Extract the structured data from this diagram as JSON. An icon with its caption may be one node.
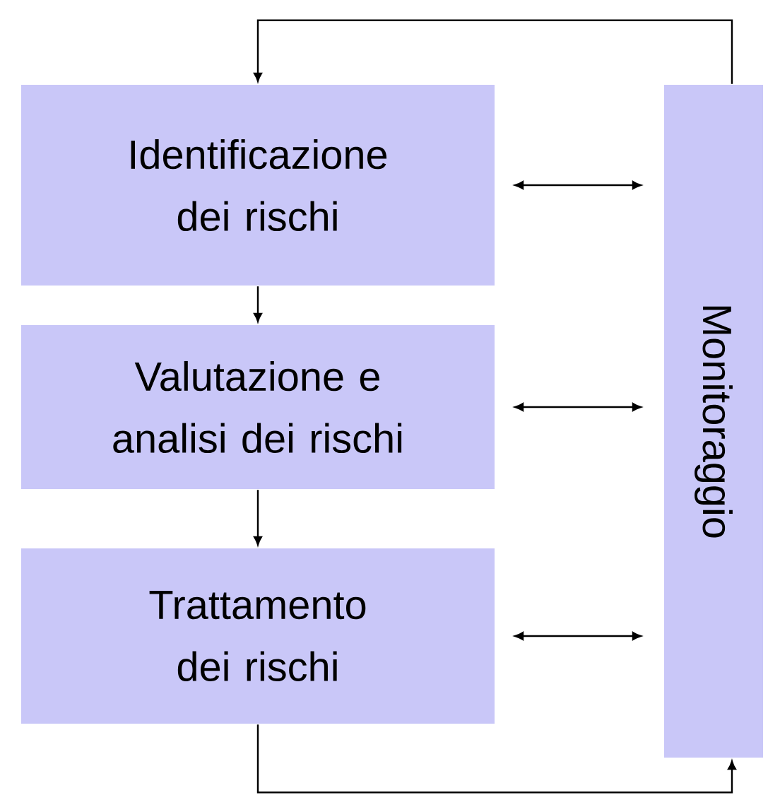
{
  "diagram": {
    "nodes": [
      {
        "text": [
          "Identificazione dei rischi"
        ]
      },
      {
        "text": [
          "Valutazione e analisi dei rischi"
        ]
      },
      {
        "text": [
          "Trattamento dei rischi"
        ]
      },
      {
        "text": [
          "Monitoraggio"
        ]
      }
    ],
    "edges": [
      {
        "from": 0,
        "to": 1,
        "arrow": "to"
      },
      {
        "from": 1,
        "to": 2,
        "arrow": "to"
      },
      {
        "from": 0,
        "to": 3,
        "arrow": "both"
      },
      {
        "from": 1,
        "to": 3,
        "arrow": "both"
      },
      {
        "from": 2,
        "to": 3,
        "arrow": "both"
      },
      {
        "from": 3,
        "to": 0,
        "arrow": "to"
      },
      {
        "from": 2,
        "to": 3,
        "arrow": "to"
      }
    ]
  }
}
